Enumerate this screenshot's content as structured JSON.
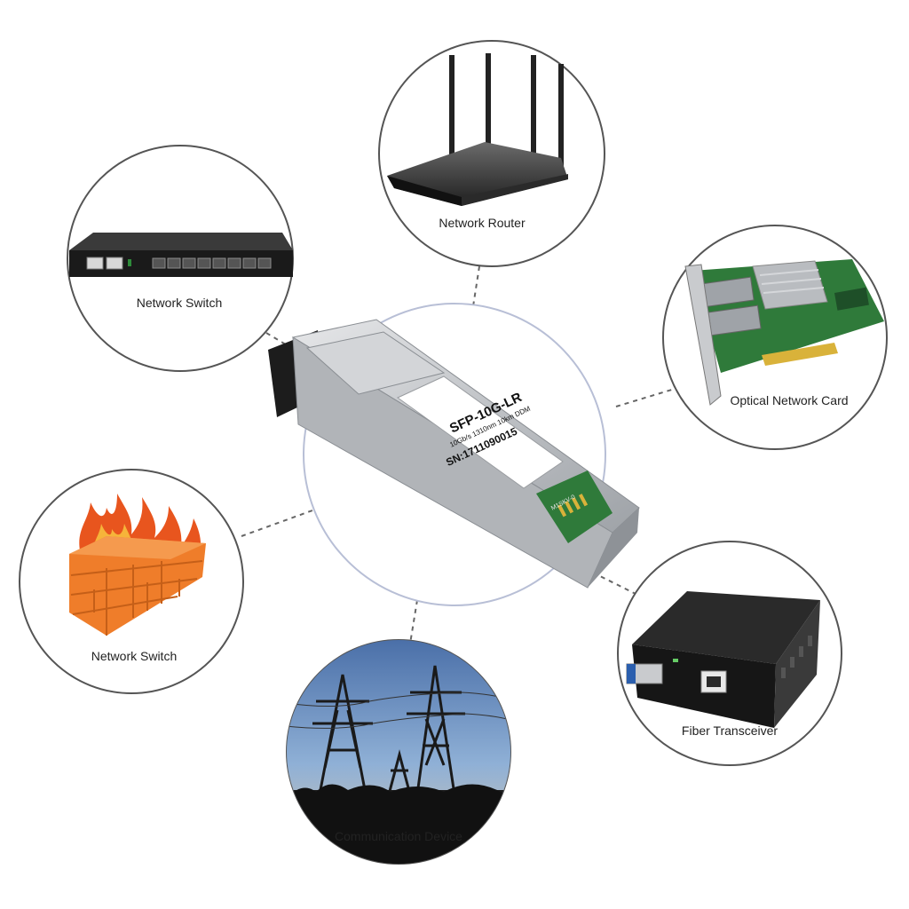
{
  "sfp_module": {
    "model": "SFP-10G-LR",
    "spec": "10Gb/s 1310nm 10km DDM",
    "serial": "SN:1711090015",
    "pcb_text": "M1SKV-0"
  },
  "devices": {
    "router": {
      "label": "Network Router",
      "icon": "router-icon"
    },
    "switch": {
      "label": "Network Switch",
      "icon": "switch-icon"
    },
    "nic": {
      "label": "Optical Network Card",
      "icon": "network-card-icon"
    },
    "firewall": {
      "label": "Network Switch",
      "icon": "firewall-icon"
    },
    "transceiver": {
      "label": "Fiber Transceiver",
      "icon": "media-converter-icon"
    },
    "comm": {
      "label": "Communication Device",
      "icon": "power-tower-icon"
    }
  },
  "colors": {
    "ring": "#555555",
    "center_ring": "#b8bfd6",
    "connector": "#666666",
    "module_metal": "#c9cbce",
    "pcb_green": "#2f7a3a",
    "flame": "#e8551e",
    "brick": "#ef7d2a",
    "sky": "#6f95c8"
  }
}
